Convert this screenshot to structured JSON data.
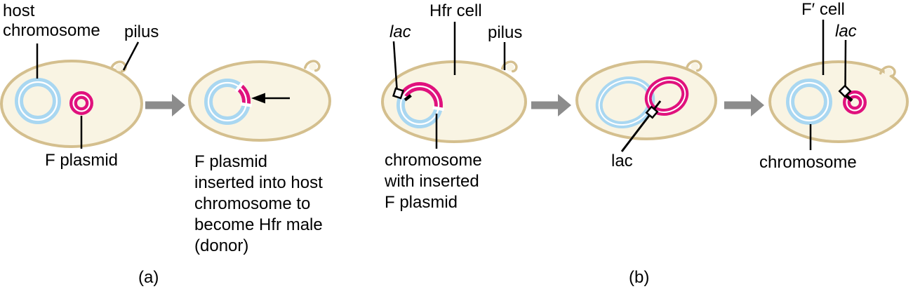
{
  "colors": {
    "cell_fill": "#F9F4E3",
    "cell_outline": "#D4BF8E",
    "chromosome_blue": "#A9D7F1",
    "plasmid_pink": "#E0117D",
    "arrow_gray": "#8C8C8C",
    "label_black": "#000000"
  },
  "panel_a": {
    "caption": "(a)",
    "labels": {
      "host_chromosome": [
        "host",
        "chromosome"
      ],
      "pilus": "pilus",
      "f_plasmid": "F plasmid"
    },
    "step2_caption": [
      "F plasmid",
      "inserted into host",
      "chromosome to",
      "become Hfr male",
      "(donor)"
    ]
  },
  "panel_b": {
    "caption": "(b)",
    "labels": {
      "hfr_cell": "Hfr cell",
      "lac_hfr": "lac",
      "pilus": "pilus",
      "chromosome_caption": [
        "chromosome",
        "with inserted",
        "F plasmid"
      ],
      "lac_mid": "lac",
      "f_prime_cell": "F′ cell",
      "lac_fprime": "lac",
      "chromosome": "chromosome"
    }
  }
}
